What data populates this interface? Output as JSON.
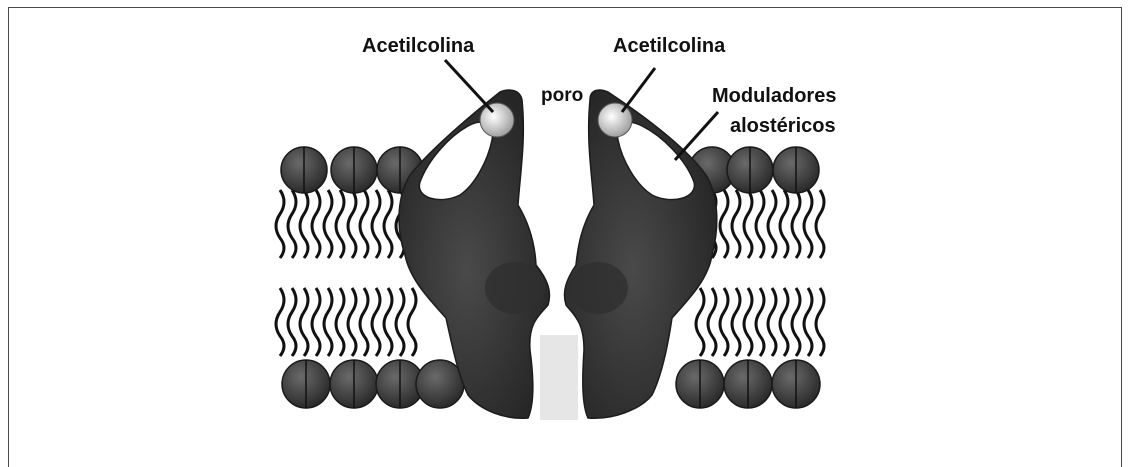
{
  "labels": {
    "acetylcholine_left": "Acetilcolina",
    "acetylcholine_right": "Acetilcolina",
    "pore": "poro",
    "modulators_line1": "Moduladores",
    "modulators_line2": "alostéricos"
  },
  "colors": {
    "background": "#ffffff",
    "frame_border": "#4a4a4a",
    "protein": "#2e2e2e",
    "lipid_head": "#3a3a3a",
    "lipid_tail": "#111111",
    "pore_fill": "#e6e6e6",
    "ligand": "#dcdcdc",
    "text": "#111111"
  }
}
